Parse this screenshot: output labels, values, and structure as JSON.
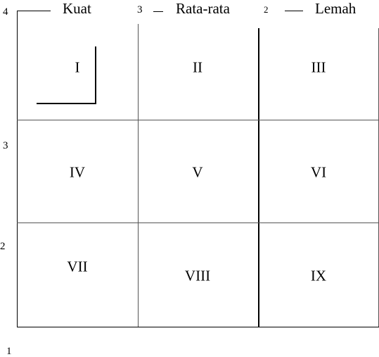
{
  "columns": [
    {
      "number": "4",
      "label": "Kuat"
    },
    {
      "number": "3",
      "label": "Rata-rata"
    },
    {
      "number": "2",
      "label": "Lemah"
    }
  ],
  "rows": [
    {
      "number": "3"
    },
    {
      "number": "2"
    },
    {
      "number": "1"
    }
  ],
  "cells": [
    "I",
    "II",
    "III",
    "IV",
    "V",
    "VI",
    "VII",
    "VIII",
    "IX"
  ]
}
